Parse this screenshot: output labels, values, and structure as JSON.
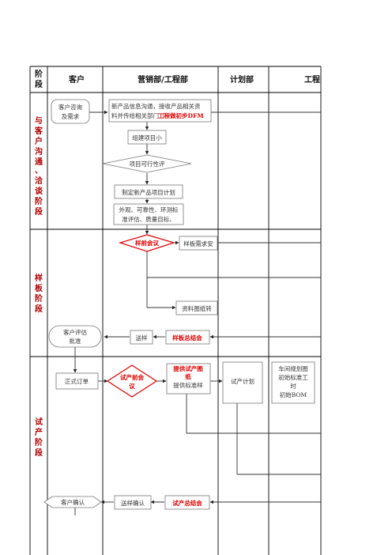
{
  "headers": {
    "stage": [
      "阶",
      "段"
    ],
    "customer": "客户",
    "sales_engineering": "营销部/工程部",
    "planning": "计划部",
    "engineering": "工程"
  },
  "stages": {
    "communication": [
      "与",
      "客",
      "户",
      "沟",
      "通",
      "、",
      "洽",
      "谈",
      "阶",
      "段"
    ],
    "sample": [
      "样",
      "板",
      "阶",
      "段"
    ],
    "trial": [
      "试",
      "产",
      "阶",
      "段"
    ]
  },
  "nodes": {
    "consult": [
      "客户咨询",
      "及需求"
    ],
    "info_comm": [
      "新产品信息沟通，接收产品相关资",
      "料并传给相关部门（"
    ],
    "info_comm_red": "工程做初步DFM",
    "form_team": "组建项目小",
    "feasibility": "项目可行性评",
    "make_plan": "制定新产品项目计划",
    "eval": [
      "外观、可靠性、环测标",
      "准评估、质量目标、"
    ],
    "sample_meeting": "样前会议",
    "sample_request": "样板需求安",
    "drawing_transfer": "资料图纸转",
    "cust_eval": [
      "客户评估",
      "批准"
    ],
    "send_sample": "送样",
    "sample_summary": "样板总结会",
    "formal_order": "正式订单",
    "pre_trial_meeting": [
      "试产前会",
      "议"
    ],
    "provide_drawing_red": [
      "提供试产图",
      "纸"
    ],
    "provide_standard": "提供标准样",
    "trial_plan": "试产计划",
    "workshop": [
      "车间规划图",
      "初始标准工",
      "时",
      "初始BOM"
    ],
    "cust_confirm": "客户确认",
    "send_confirm": "送样确认",
    "trial_summary": "试产总结会"
  }
}
